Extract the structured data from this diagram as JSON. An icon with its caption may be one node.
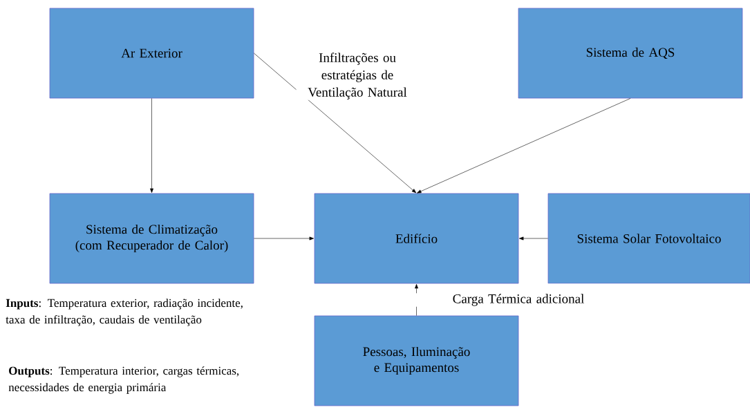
{
  "diagram": {
    "nodes": [
      {
        "text": [
          "Ar Exterior"
        ]
      },
      {
        "text": [
          "Sistema de AQS"
        ]
      },
      {
        "text": [
          "Sistema de Climatização (com Recuperador de Calor)"
        ]
      },
      {
        "text": [
          "Edifício"
        ]
      },
      {
        "text": [
          "Sistema Solar Fotovoltaico"
        ]
      },
      {
        "text": [
          "Pessoas, Iluminação e Equipamentos"
        ]
      }
    ],
    "edges": [
      {
        "from": 0,
        "to": 2,
        "arrow": "to"
      },
      {
        "from": 0,
        "to": 3,
        "arrow": "to",
        "label": "Infiltrações ou estratégias de Ventilação Natural"
      },
      {
        "from": 1,
        "to": 3,
        "arrow": "to"
      },
      {
        "from": 2,
        "to": 3,
        "arrow": "to"
      },
      {
        "from": 4,
        "to": 3,
        "arrow": "to"
      },
      {
        "from": 5,
        "to": 3,
        "arrow": "to",
        "label": "Carga Térmica adicional"
      }
    ],
    "labels": [
      "**Inputs**: Temperatura exterior, radiação incidente, taxa de infiltração, caudais de ventilação",
      "**Outputs**: Temperatura interior, cargas térmicas, necessidades de energia primária"
    ]
  }
}
